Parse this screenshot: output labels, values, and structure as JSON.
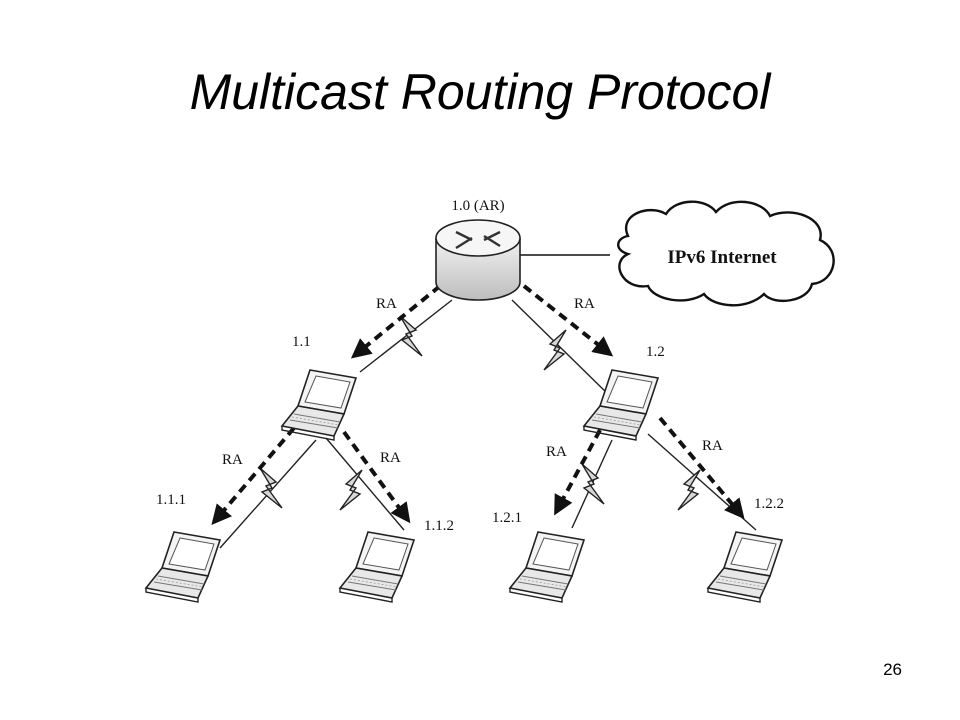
{
  "slide": {
    "title": "Multicast Routing Protocol",
    "page_number": "26"
  },
  "diagram": {
    "cloud_label": "IPv6 Internet",
    "router_label": "1.0 (AR)",
    "nodes": [
      {
        "id": "n11",
        "label": "1.1"
      },
      {
        "id": "n12",
        "label": "1.2"
      },
      {
        "id": "n111",
        "label": "1.1.1"
      },
      {
        "id": "n112",
        "label": "1.1.2"
      },
      {
        "id": "n121",
        "label": "1.2.1"
      },
      {
        "id": "n122",
        "label": "1.2.2"
      }
    ],
    "ra_label": "RA",
    "links": [
      {
        "from": "1.0 (AR)",
        "to": "1.1",
        "label": "RA"
      },
      {
        "from": "1.0 (AR)",
        "to": "1.2",
        "label": "RA"
      },
      {
        "from": "1.1",
        "to": "1.1.1",
        "label": "RA"
      },
      {
        "from": "1.1",
        "to": "1.1.2",
        "label": "RA"
      },
      {
        "from": "1.2",
        "to": "1.2.1",
        "label": "RA"
      },
      {
        "from": "1.2",
        "to": "1.2.2",
        "label": "RA"
      }
    ]
  }
}
